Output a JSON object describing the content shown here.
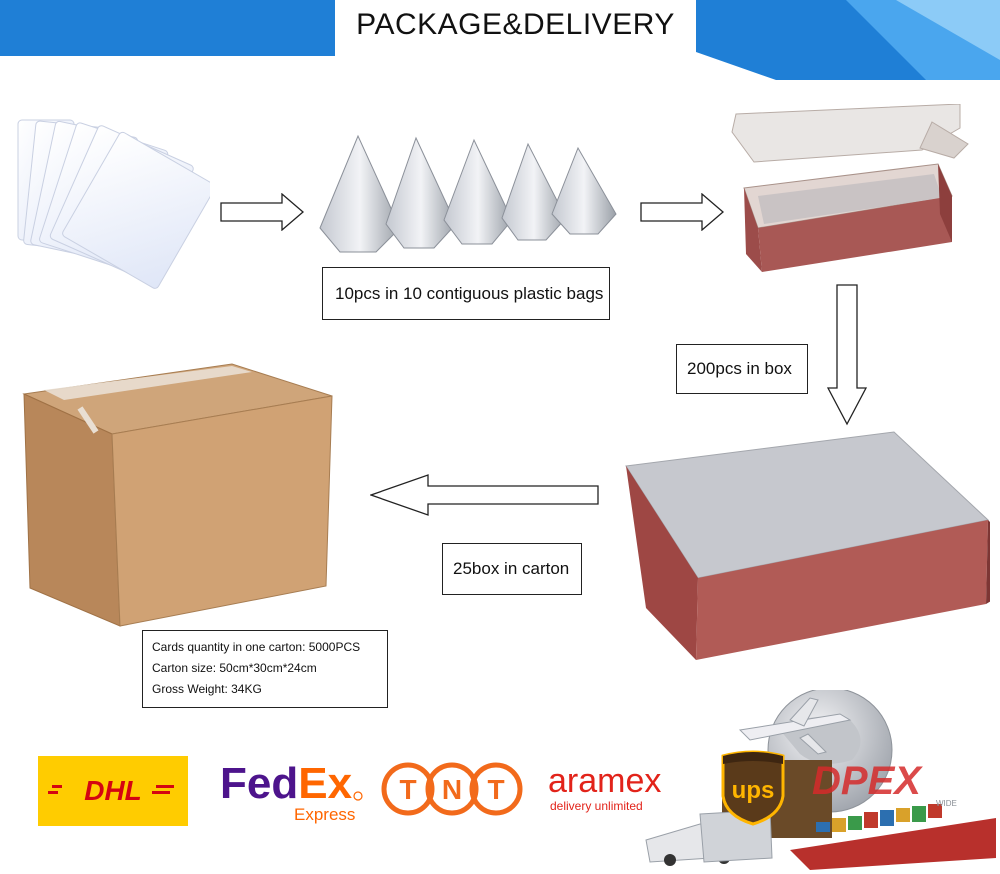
{
  "header": {
    "title": "PACKAGE&DELIVERY"
  },
  "steps": {
    "bags_label": "10pcs in 10 contiguous plastic bags",
    "box_label": "200pcs in box",
    "carton_label": "25box in carton"
  },
  "carton_info": {
    "quantity": "Cards quantity in one carton: 5000PCS",
    "size": "Carton size: 50cm*30cm*24cm",
    "weight": "Gross Weight: 34KG"
  },
  "carriers": {
    "dhl": "DHL",
    "fedex_fed": "Fed",
    "fedex_ex": "Ex",
    "fedex_sub": "Express",
    "tnt": [
      "T",
      "N",
      "T"
    ],
    "aramex": "aramex",
    "aramex_sub": "delivery unlimited",
    "ups": "ups",
    "dpex": "DPEX",
    "dpex_sub": "WIDE"
  },
  "colors": {
    "header_blue": "#1f7fd6",
    "dhl_yellow": "#ffcc00",
    "dhl_red": "#d40511",
    "fedex_purple": "#4d148c",
    "fedex_orange": "#ff6600",
    "tnt_orange": "#f26a1b",
    "aramex_red": "#e2231a",
    "ups_brown": "#5a3a1a",
    "ups_gold": "#ffb500",
    "dpex_red": "#d52b2b"
  },
  "icons": [
    "right-arrow-icon",
    "down-arrow-icon",
    "left-arrow-icon"
  ]
}
